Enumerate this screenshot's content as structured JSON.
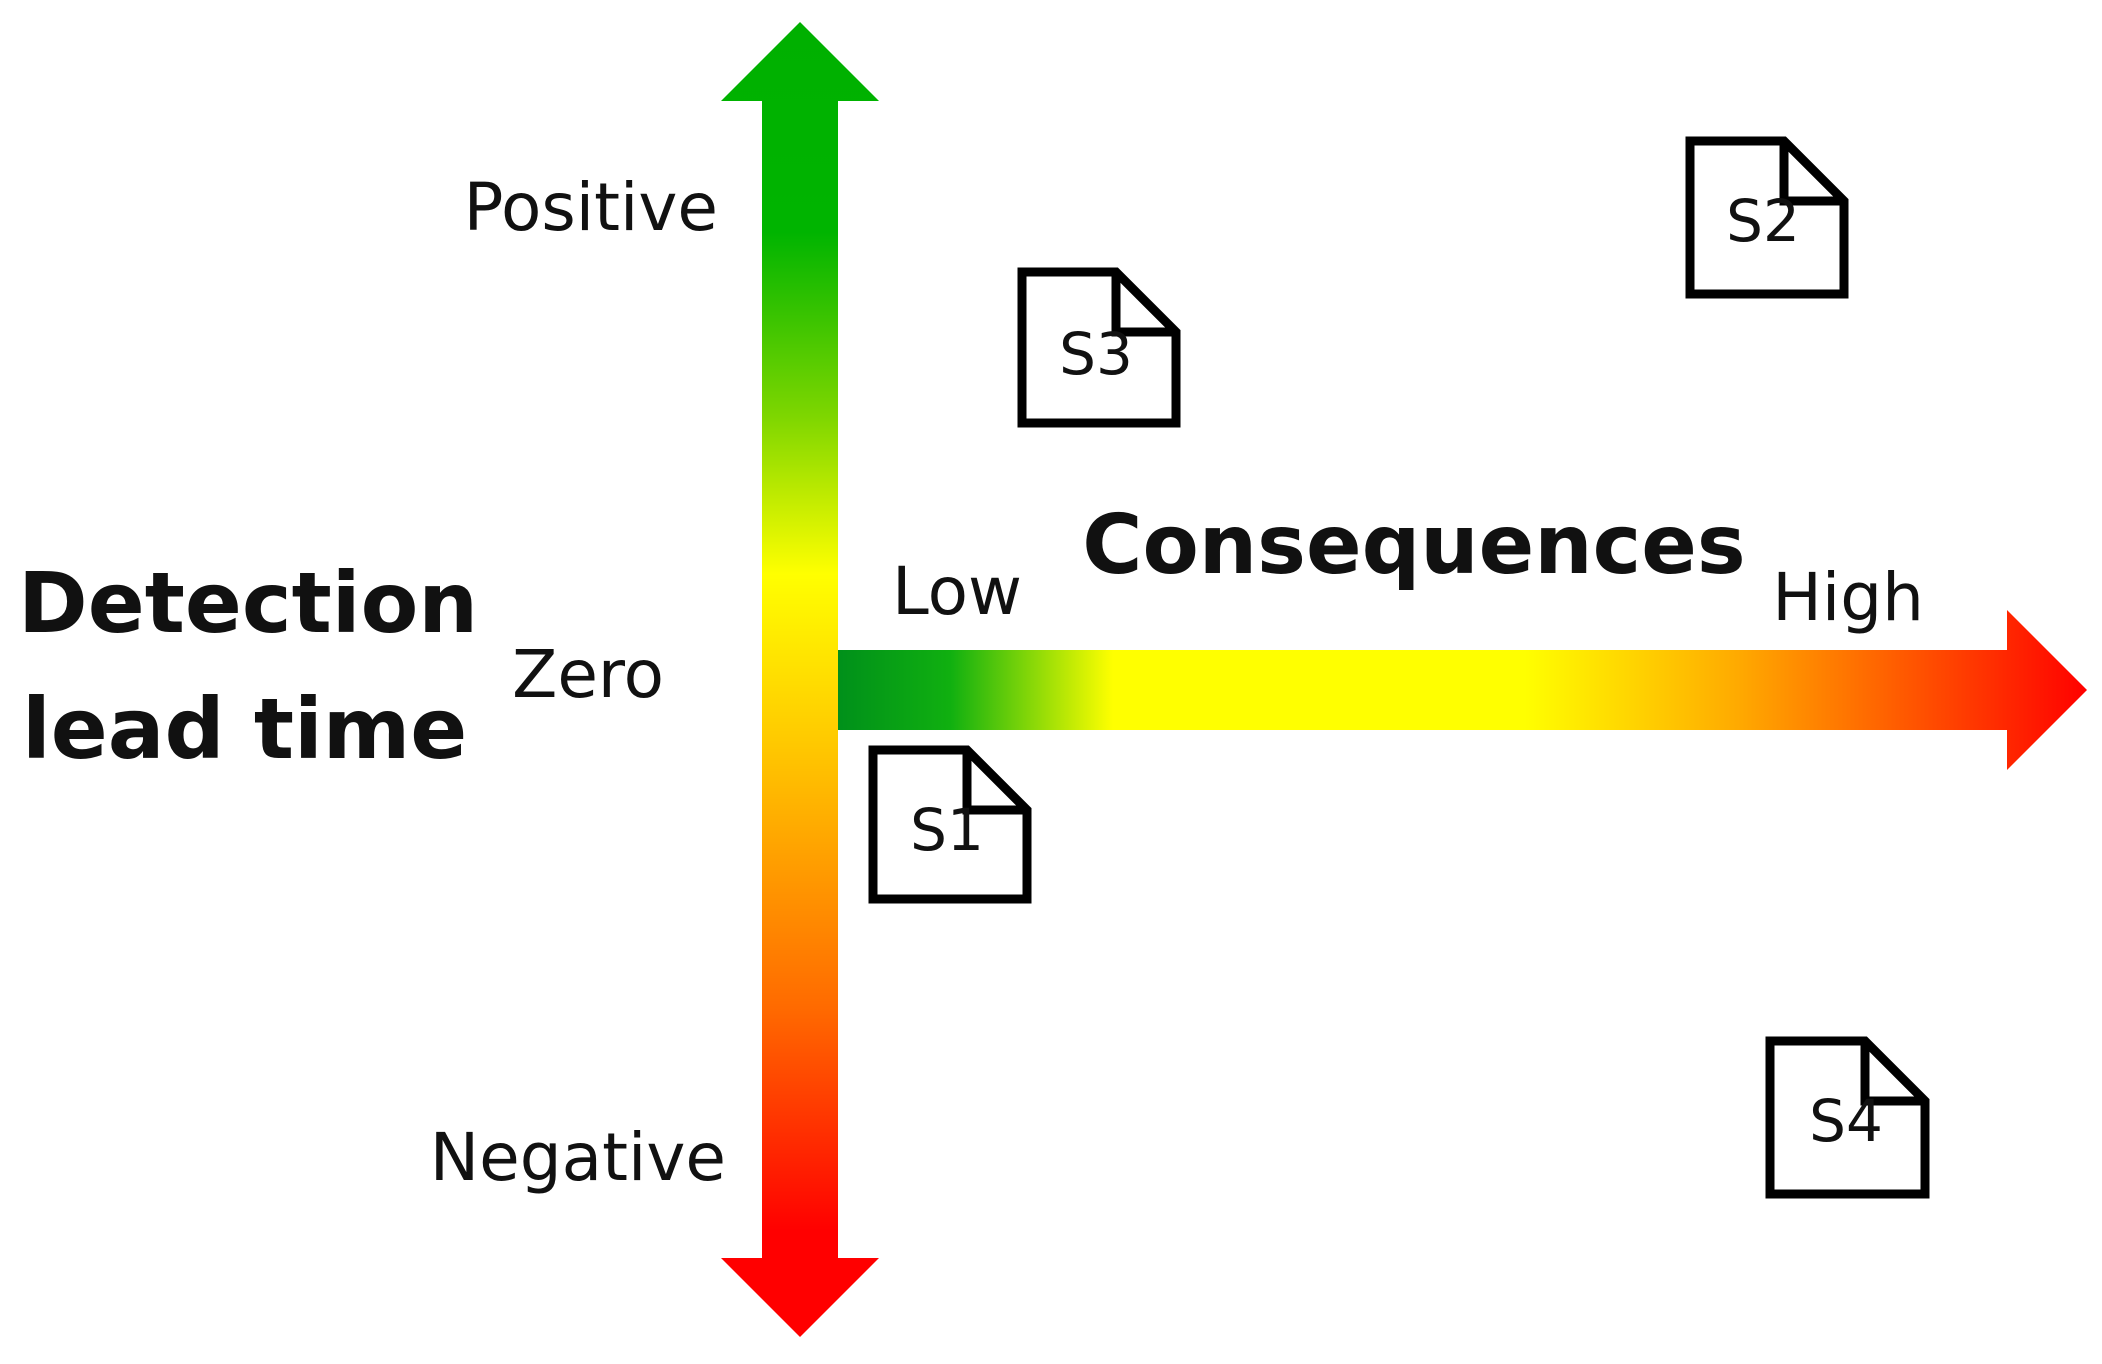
{
  "vertical_axis": {
    "title_line1": "Detection",
    "title_line2": "lead time",
    "label_top": "Positive",
    "label_middle": "Zero",
    "label_bottom": "Negative",
    "gradient_colors": [
      "#00b000",
      "#7ed600",
      "#ffff00",
      "#ffb000",
      "#ff0000"
    ]
  },
  "horizontal_axis": {
    "title": "Consequences",
    "label_left": "Low",
    "label_right": "High",
    "gradient_colors": [
      "#00a020",
      "#ffff00",
      "#ffff00",
      "#ff0000"
    ]
  },
  "scenarios": [
    {
      "id": "S1",
      "consequence": "low",
      "lead_time": "slightly negative"
    },
    {
      "id": "S2",
      "consequence": "high",
      "lead_time": "positive"
    },
    {
      "id": "S3",
      "consequence": "low-medium",
      "lead_time": "positive"
    },
    {
      "id": "S4",
      "consequence": "high",
      "lead_time": "negative"
    }
  ]
}
